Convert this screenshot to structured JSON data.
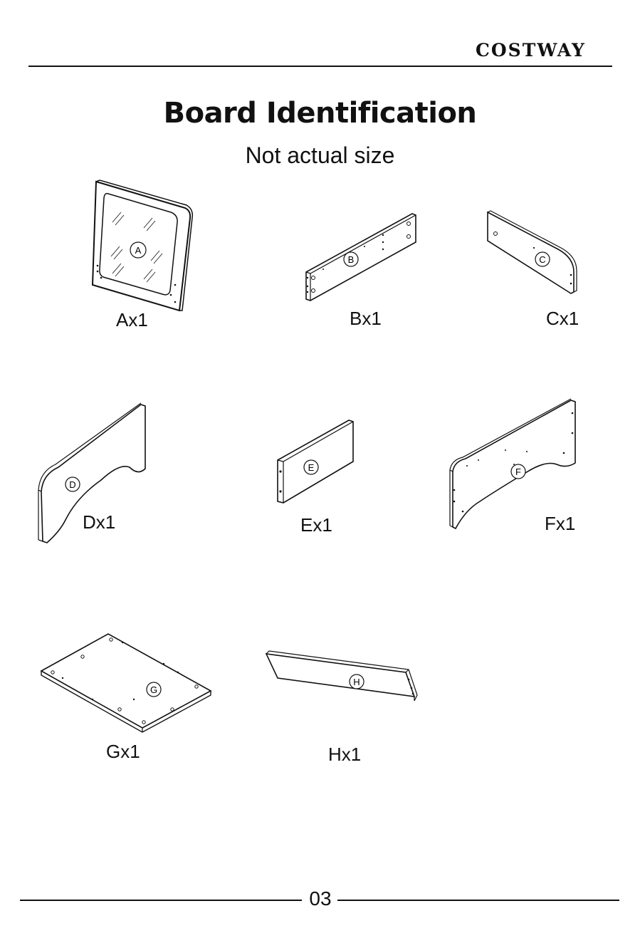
{
  "header": {
    "brand": "COSTWAY"
  },
  "title": "Board Identification",
  "subtitle": "Not actual size",
  "boards": [
    {
      "letter": "A",
      "quantity": "Ax1"
    },
    {
      "letter": "B",
      "quantity": "Bx1"
    },
    {
      "letter": "C",
      "quantity": "Cx1"
    },
    {
      "letter": "D",
      "quantity": "Dx1"
    },
    {
      "letter": "E",
      "quantity": "Ex1"
    },
    {
      "letter": "F",
      "quantity": "Fx1"
    },
    {
      "letter": "G",
      "quantity": "Gx1"
    },
    {
      "letter": "H",
      "quantity": "Hx1"
    }
  ],
  "footer": {
    "page_number": "03"
  }
}
